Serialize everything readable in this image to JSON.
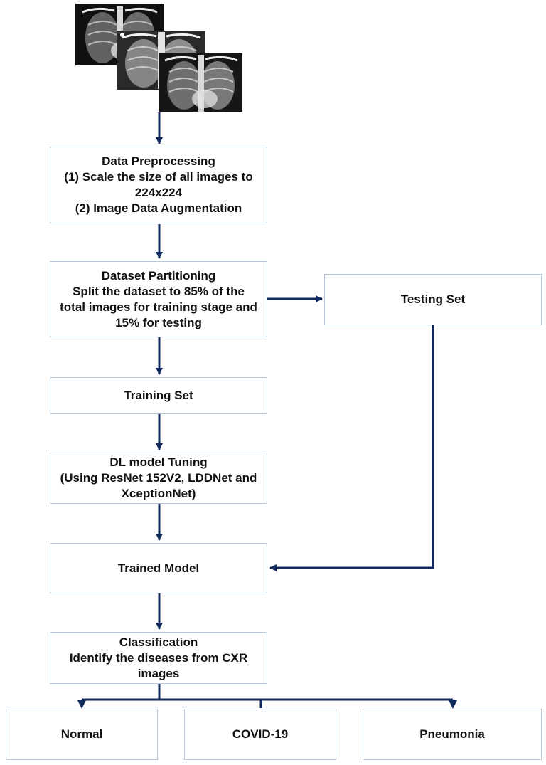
{
  "figure": {
    "line_color": "#102a5e",
    "box_border_color": "#b7c9d8",
    "input_images": [
      "cxr-image-1",
      "cxr-image-2",
      "cxr-image-3"
    ]
  },
  "steps": {
    "preprocessing": {
      "lines": [
        "Data Preprocessing",
        "(1) Scale the size of all images to",
        "224x224",
        "(2) Image Data Augmentation"
      ]
    },
    "partitioning": {
      "lines": [
        "Dataset Partitioning",
        "Split the dataset to 85% of the",
        "total images for training stage and",
        "15% for testing"
      ]
    },
    "testing_set": {
      "label": "Testing Set"
    },
    "training_set": {
      "label": "Training Set"
    },
    "tuning": {
      "lines": [
        "DL model Tuning",
        "(Using ResNet 152V2, LDDNet and",
        "XceptionNet)"
      ]
    },
    "trained_model": {
      "label": "Trained Model"
    },
    "classification": {
      "lines": [
        "Classification",
        "Identify the diseases from CXR",
        "images"
      ]
    }
  },
  "outputs": [
    {
      "label": "Normal"
    },
    {
      "label": "COVID-19"
    },
    {
      "label": "Pneumonia"
    }
  ]
}
